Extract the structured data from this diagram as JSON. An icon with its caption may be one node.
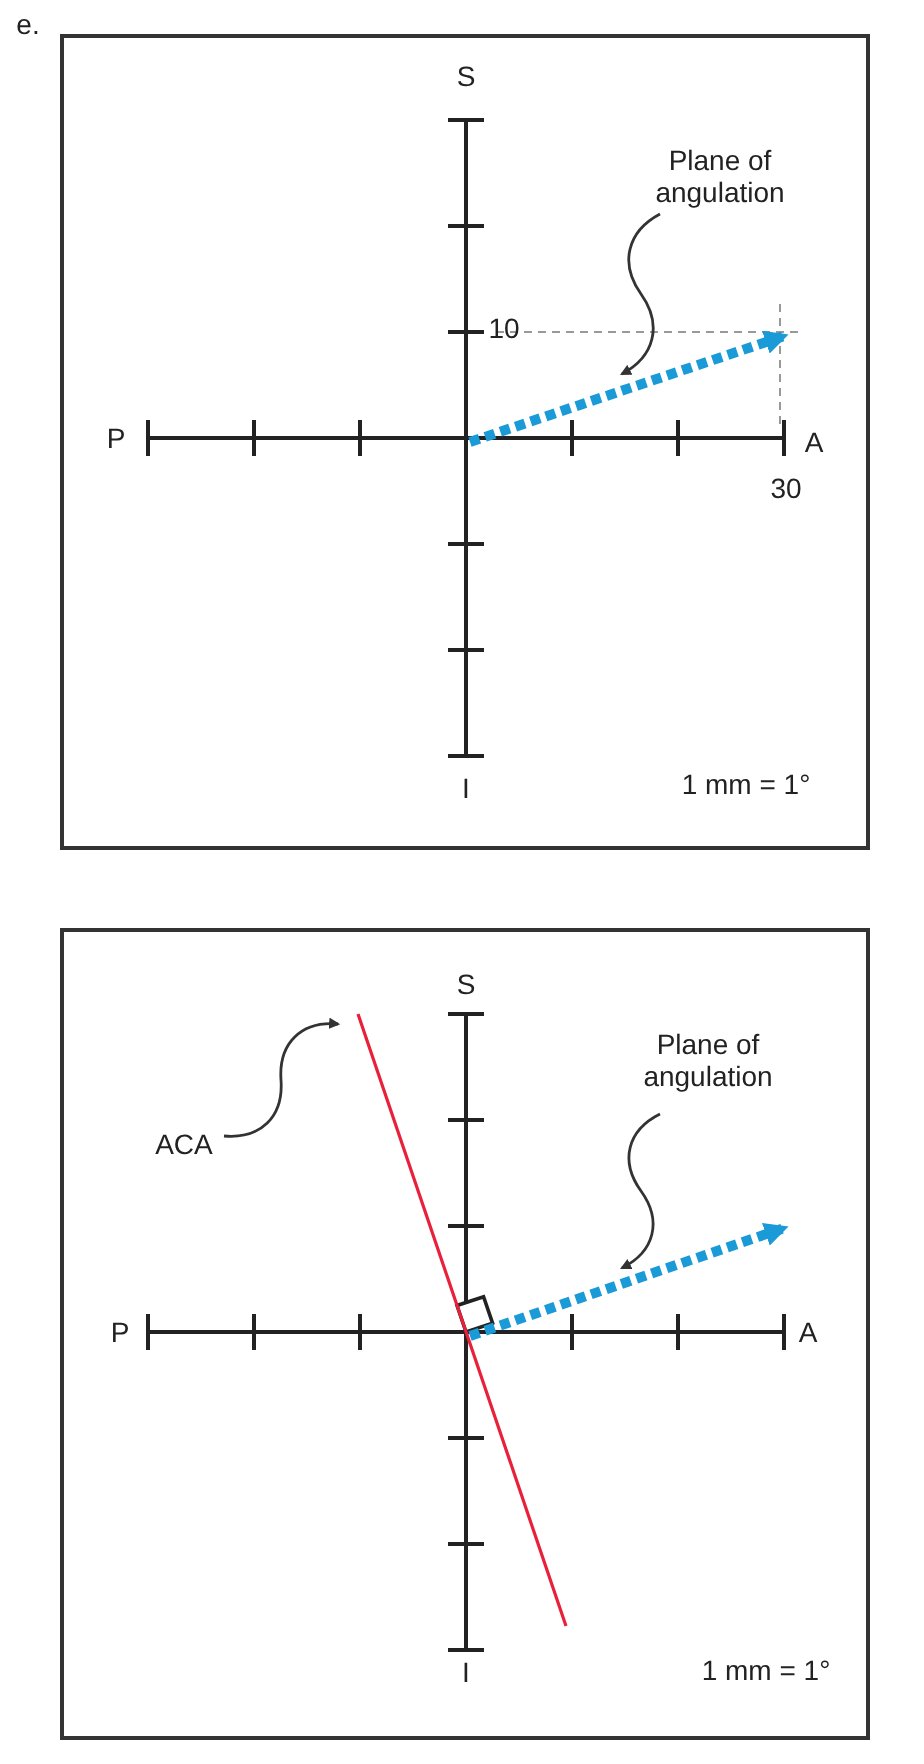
{
  "diagram": {
    "nodes": [
      {
        "text": [],
        "shape": "box"
      },
      {
        "text": [
          "Plane of angulation"
        ],
        "in": 0
      },
      {
        "text": [],
        "shape": "arrow",
        "in": 0
      },
      {
        "text": [],
        "shape": "box"
      },
      {
        "text": [
          "ACA"
        ],
        "in": 3
      },
      {
        "text": [],
        "shape": "line",
        "in": 3
      },
      {
        "text": [
          "Plane of angulation"
        ],
        "in": 3
      },
      {
        "text": [],
        "shape": "arrow",
        "in": 3
      }
    ],
    "edges": [
      {
        "from": 1,
        "to": 2,
        "arrow": "to"
      },
      {
        "from": 4,
        "to": 5,
        "arrow": "to"
      },
      {
        "from": 6,
        "to": 7,
        "arrow": "to"
      }
    ],
    "labels": [
      "e.",
      "S",
      "10",
      "P",
      "A",
      "30",
      "I",
      "1 mm = 1°",
      "S",
      "P",
      "A",
      "I",
      "1 mm = 1°"
    ]
  }
}
